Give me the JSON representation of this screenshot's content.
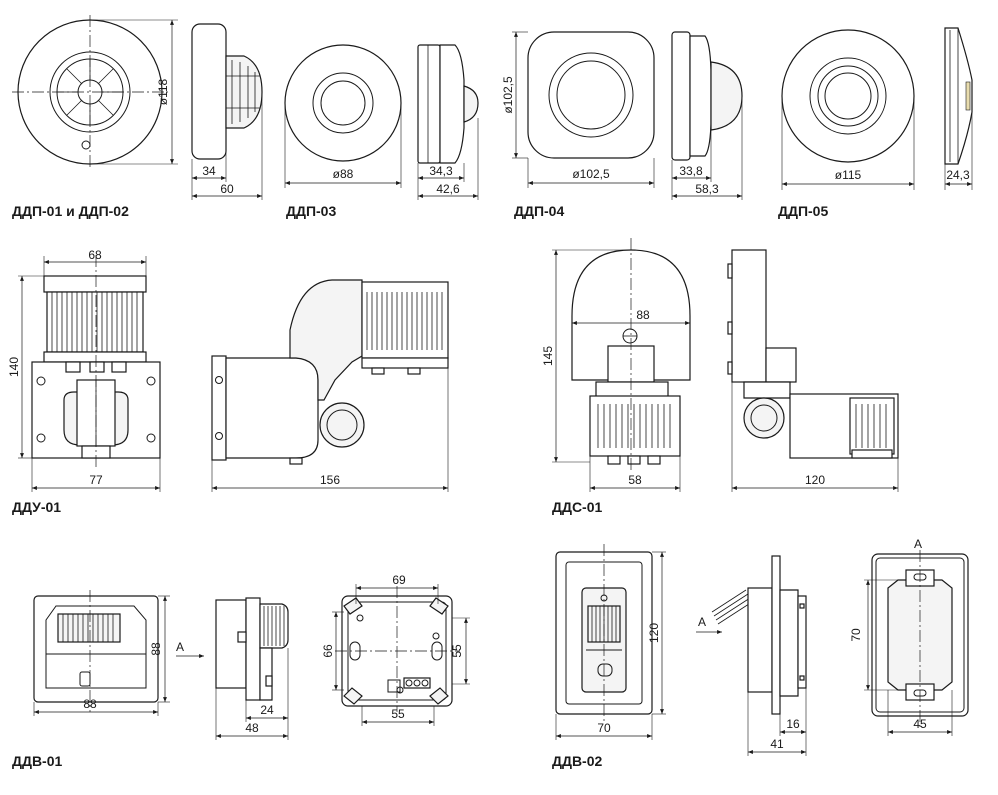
{
  "diagram": {
    "labels": {
      "ddp01": "ДДП-01 и ДДП-02",
      "ddp03": "ДДП-03",
      "ddp04": "ДДП-04",
      "ddp05": "ДДП-05",
      "ddu01": "ДДУ-01",
      "dds01": "ДДС-01",
      "ddv01": "ДДВ-01",
      "ddv02": "ДДВ-02"
    },
    "dims": {
      "d118": "ø118",
      "d34": "34",
      "d60": "60",
      "d88": "ø88",
      "d34_3": "34,3",
      "d42_6": "42,6",
      "d102_5_v": "ø102,5",
      "d102_5_h": "ø102,5",
      "d33_8": "33,8",
      "d58_3": "58,3",
      "d115": "ø115",
      "d24_3": "24,3",
      "ddu_68": "68",
      "ddu_140": "140",
      "ddu_77": "77",
      "ddu_156": "156",
      "dds_145": "145",
      "dds_88": "88",
      "dds_58": "58",
      "dds_120": "120",
      "ddv1_88h": "88",
      "ddv1_88v": "88",
      "ddv1_a": "A",
      "ddv1_24": "24",
      "ddv1_48": "48",
      "ddv1_69": "69",
      "ddv1_66": "66",
      "ddv1_55v": "55",
      "ddv1_55h": "55",
      "ddv2_120": "120",
      "ddv2_70h": "70",
      "ddv2_a1": "A",
      "ddv2_16": "16",
      "ddv2_41": "41",
      "ddv2_a2": "A",
      "ddv2_70v": "70",
      "ddv2_45": "45"
    }
  }
}
